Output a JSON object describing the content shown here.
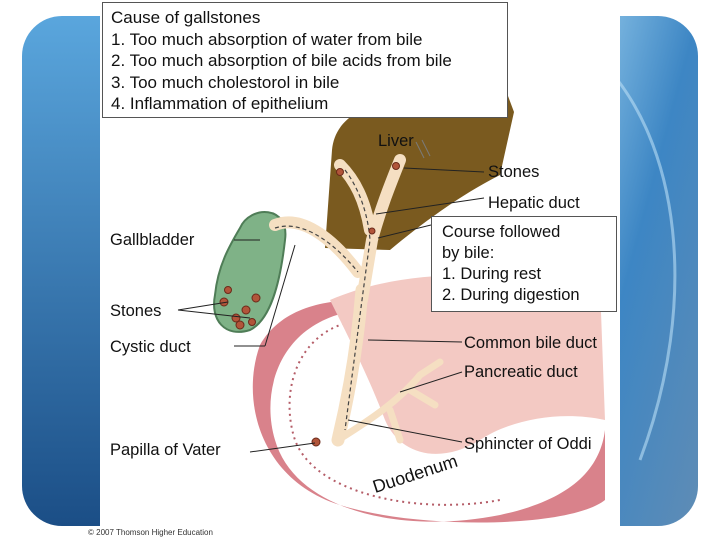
{
  "causes_box": {
    "lines": [
      "Cause of gallstones",
      "1. Too much absorption of water from bile",
      "2. Too much absorption of bile acids from bile",
      "3. Too much cholestorol in bile",
      "4. Inflammation of epithelium"
    ]
  },
  "course_box": {
    "lines": [
      "Course followed",
      "by bile:",
      "1. During rest",
      "2. During digestion"
    ]
  },
  "labels": {
    "liver": "Liver",
    "stones_top": "Stones",
    "hepatic_duct": "Hepatic duct",
    "gallbladder": "Gallbladder",
    "stones_left": "Stones",
    "cystic_duct": "Cystic duct",
    "common_bile_duct": "Common bile duct",
    "pancreatic_duct": "Pancreatic duct",
    "papilla_of_vater": "Papilla of Vater",
    "sphincter_of_oddi": "Sphincter of Oddi",
    "duodenum": "Duodenum"
  },
  "copyright": "© 2007 Thomson Higher Education",
  "colors": {
    "background_blue_dark": "#1f5f98",
    "background_blue_light": "#8cc6ea",
    "liver": "#7a5a1f",
    "gallbladder": "#7fb287",
    "stones": "#b1553a",
    "duct": "#f5dfc2",
    "pancreas": "#f3c9c3",
    "duodenum": "#d9828b"
  }
}
